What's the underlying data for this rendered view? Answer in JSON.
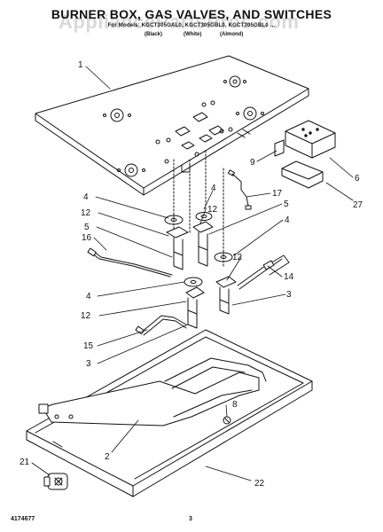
{
  "diagram": {
    "title": "BURNER BOX, GAS VALVES, AND SWITCHES",
    "subtitle": "For Models: KGCT305GAL0, KGCT305GBL0, KGCT305GBL0 ...",
    "color_labels": [
      "(Black)",
      "(White)",
      "(Almond)"
    ],
    "watermark": "AppliancePartsPros.com",
    "callouts": {
      "c1": "1",
      "c9": "9",
      "c6": "6",
      "c27": "27",
      "c17": "17",
      "c4a": "4",
      "c4b": "4",
      "c4c": "4",
      "c4d": "4",
      "c12a": "12",
      "c12b": "12",
      "c12c": "12",
      "c12d": "12",
      "c5a": "5",
      "c5b": "5",
      "c16": "16",
      "c14": "14",
      "c3a": "3",
      "c3b": "3",
      "c15": "15",
      "c8": "8",
      "c2": "2",
      "c21": "21",
      "c22": "22"
    },
    "footer": {
      "part_number": "4174677",
      "page": "3"
    }
  }
}
